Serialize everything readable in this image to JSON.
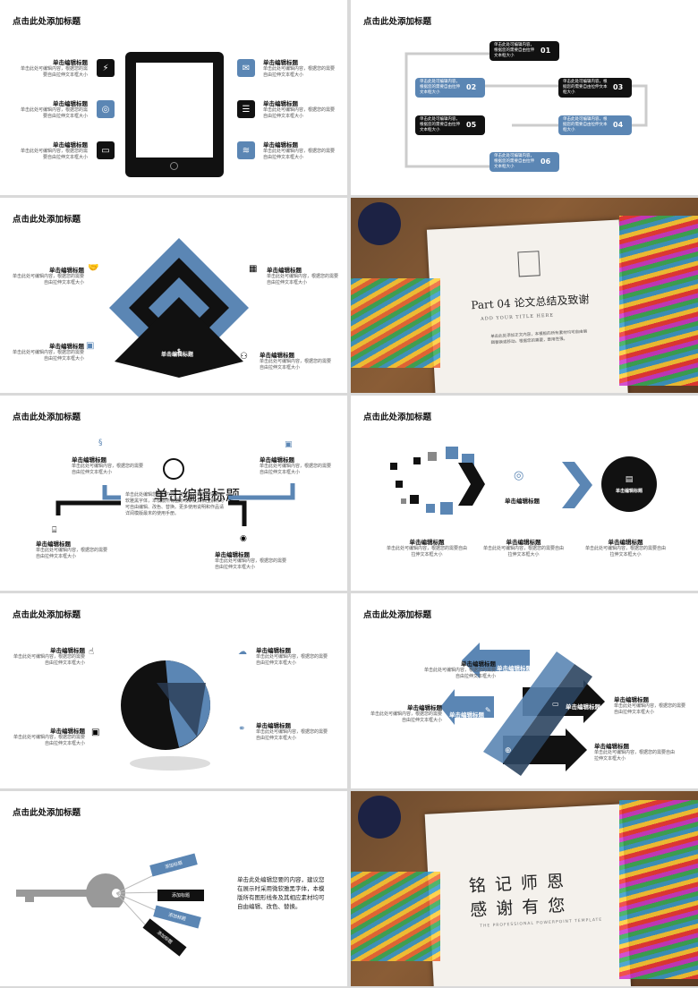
{
  "slides": {
    "s1": {
      "title": "点击此处添加标题",
      "label": "单击编辑标题",
      "body": "单击此处可编辑内容，根据您的需要自由拉伸文本框大小"
    },
    "s2": {
      "title": "点击此处添加标题",
      "body": "单击此处可编辑内容，根据您的需要自由拉伸文本框大小",
      "steps": [
        "01",
        "02",
        "03",
        "04",
        "05",
        "06"
      ]
    },
    "s3": {
      "title": "点击此处添加标题",
      "label": "单击编辑标题",
      "body": "单击此处可编辑内容，根据您的需要自由拉伸文本框大小"
    },
    "s4": {
      "part": "Part 04 论文总结及致谢",
      "sub": "ADD  YOUR  TITLE  HERE",
      "body": "单击此处添加正文内容，本模板的所有素材均可自由编辑替换或移动。根据您的需要，套用性强。"
    },
    "s5": {
      "title": "点击此处添加标题",
      "label": "单击编辑标题",
      "body": "单击此处可编辑内容，根据您的需要自由拉伸文本框大小",
      "center": "单击此处编辑您要的内容，建议您在展示时采用微软雅黑字体，本模版所有图形线条及其相应素材均可自由编辑、改色、替换。更多使用说明和作品请详阅模版最末的使用手册。"
    },
    "s6": {
      "title": "点击此处添加标题",
      "label": "单击编辑标题",
      "body": "单击此处可编辑内容，根据您的需要自由拉伸文本框大小"
    },
    "s7": {
      "title": "点击此处添加标题",
      "label": "单击编辑标题",
      "body": "单击此处可编辑内容，根据您的需要自由拉伸文本框大小"
    },
    "s8": {
      "title": "点击此处添加标题",
      "label": "单击编辑标题",
      "body": "单击此处可编辑内容，根据您的需要自由拉伸文本框大小"
    },
    "s9": {
      "title": "点击此处添加标题",
      "tag": "添加标题",
      "body": "单击此处编辑您要的内容，建议您在展示时采用微软雅黑字体，本模版所有图形线条及其相应素材均可自由编辑、改色、替换。"
    },
    "s10": {
      "line1": "铭 记 师 恩",
      "line2": "感 谢 有 您",
      "sub": "THE PROFESSIONAL POWERPOINT TEMPLATE"
    }
  },
  "colors": {
    "accent": "#5b86b4",
    "dark": "#111111",
    "bg": "#d9d9d9"
  }
}
